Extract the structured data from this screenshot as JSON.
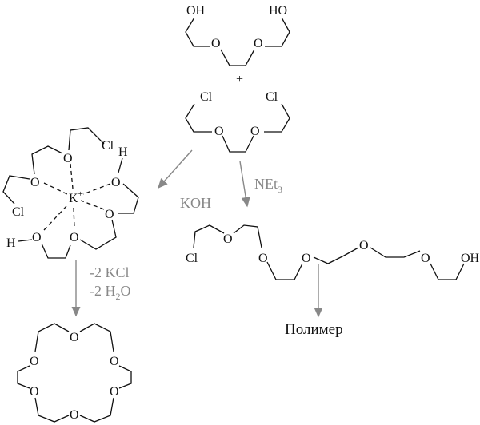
{
  "atoms": {
    "O": "O",
    "OH": "OH",
    "HO": "HO",
    "Cl": "Cl",
    "H": "H",
    "K": "K",
    "K_charge": "+"
  },
  "plus": "+",
  "reagents": {
    "koh": "KOH",
    "net3_main": "NEt",
    "net3_sub": "3"
  },
  "elimination": {
    "kcl": "-2 KCl",
    "h2o_pre": "-2 H",
    "h2o_sub": "2",
    "h2o_post": "O"
  },
  "product_label": "Полимер",
  "colors": {
    "bonds": "#111111",
    "arrows": "#888888"
  }
}
